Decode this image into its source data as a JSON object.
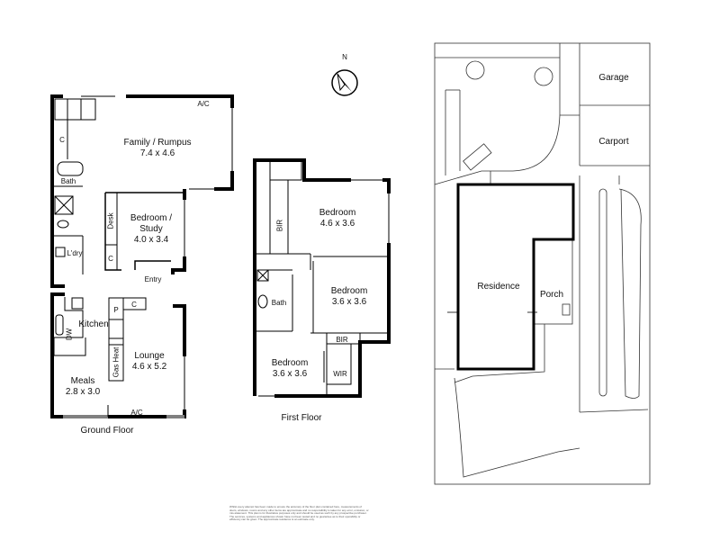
{
  "compass": {
    "label": "N"
  },
  "ground_floor": {
    "title": "Ground Floor",
    "rooms": {
      "family": {
        "name": "Family / Rumpus",
        "size": "7.4 x 4.6"
      },
      "bedroom_study": {
        "name1": "Bedroom /",
        "name2": "Study",
        "size": "4.0 x 3.4"
      },
      "kitchen": {
        "name": "Kitchen"
      },
      "lounge": {
        "name": "Lounge",
        "size": "4.6 x 5.2"
      },
      "meals": {
        "name": "Meals",
        "size": "2.8 x 3.0"
      }
    },
    "fixtures": {
      "ac1": "A/C",
      "ac2": "A/C",
      "c1": "C",
      "c2": "C",
      "c3": "C",
      "bath": "Bath",
      "ldry": "L'dry",
      "desk": "Desk",
      "entry": "Entry",
      "p": "P",
      "dw": "DW",
      "gas_heat": "Gas Heat"
    }
  },
  "first_floor": {
    "title": "First Floor",
    "rooms": {
      "bed1": {
        "name": "Bedroom",
        "size": "4.6 x 3.6"
      },
      "bed2": {
        "name": "Bedroom",
        "size": "3.6 x 3.6"
      },
      "bed3": {
        "name": "Bedroom",
        "size": "3.6 x 3.6"
      }
    },
    "fixtures": {
      "bir1": "BIR",
      "bir2": "BIR",
      "bath": "Bath",
      "wir": "WIR"
    }
  },
  "site_plan": {
    "garage": "Garage",
    "carport": "Carport",
    "residence": "Residence",
    "porch": "Porch"
  },
  "disclaimer": "Whilst every attempt has been made to ensure the accuracy of the floor plan contained here, measurements of doors, windows, rooms and any other items are approximate and no responsibility is taken for any error, omission, or mis-statement. This plan is for illustrative purposes only and should be used as such by any prospective purchaser. The services, systems and appliances shown have not been tested and no guarantee as to their operability or efficiency can be given. The approximate residence is an estimate only."
}
